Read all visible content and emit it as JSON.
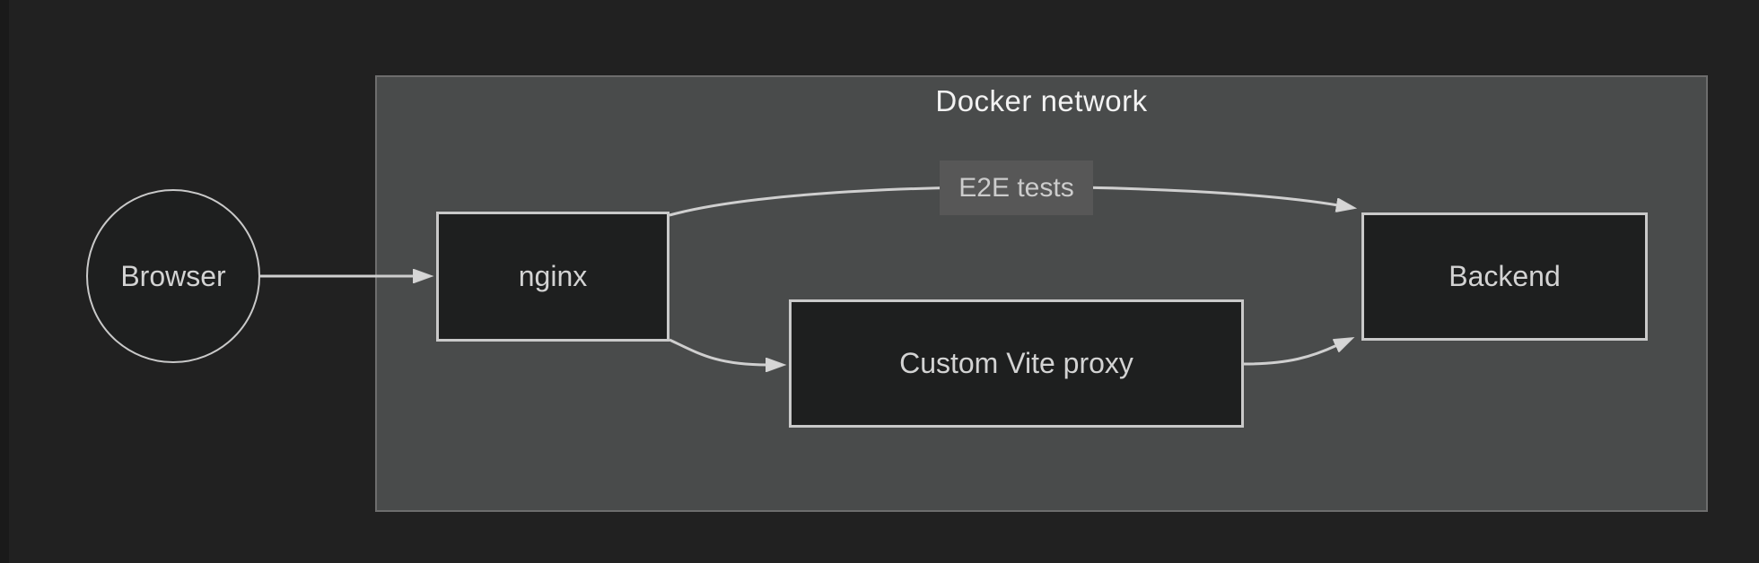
{
  "cluster": {
    "title": "Docker network"
  },
  "nodes": {
    "browser": {
      "label": "Browser",
      "shape": "circle"
    },
    "nginx": {
      "label": "nginx",
      "shape": "rect"
    },
    "vite_proxy": {
      "label": "Custom Vite proxy",
      "shape": "rect"
    },
    "backend": {
      "label": "Backend",
      "shape": "rect"
    }
  },
  "edge_labels": {
    "e2e_tests": "E2E tests"
  },
  "edges": [
    {
      "from": "Browser",
      "to": "nginx",
      "label": ""
    },
    {
      "from": "nginx",
      "to": "Backend",
      "label": "E2E tests"
    },
    {
      "from": "nginx",
      "to": "Custom Vite proxy",
      "label": ""
    },
    {
      "from": "Custom Vite proxy",
      "to": "Backend",
      "label": ""
    }
  ],
  "colors": {
    "canvas_bg": "#212121",
    "edge_strip": "#1a1a1a",
    "cluster_fill": "#494b4b",
    "cluster_border": "#6d6d6d",
    "node_fill": "#1e1f1f",
    "node_border": "#c9c9c9",
    "edge_color": "#cfcfcf",
    "arrow_fill": "#d6d6d6",
    "edge_label_bg": "#575757",
    "node_text": "#d3d3d3",
    "title_text": "#f2f2f2",
    "edge_label_text": "#cccccc"
  }
}
